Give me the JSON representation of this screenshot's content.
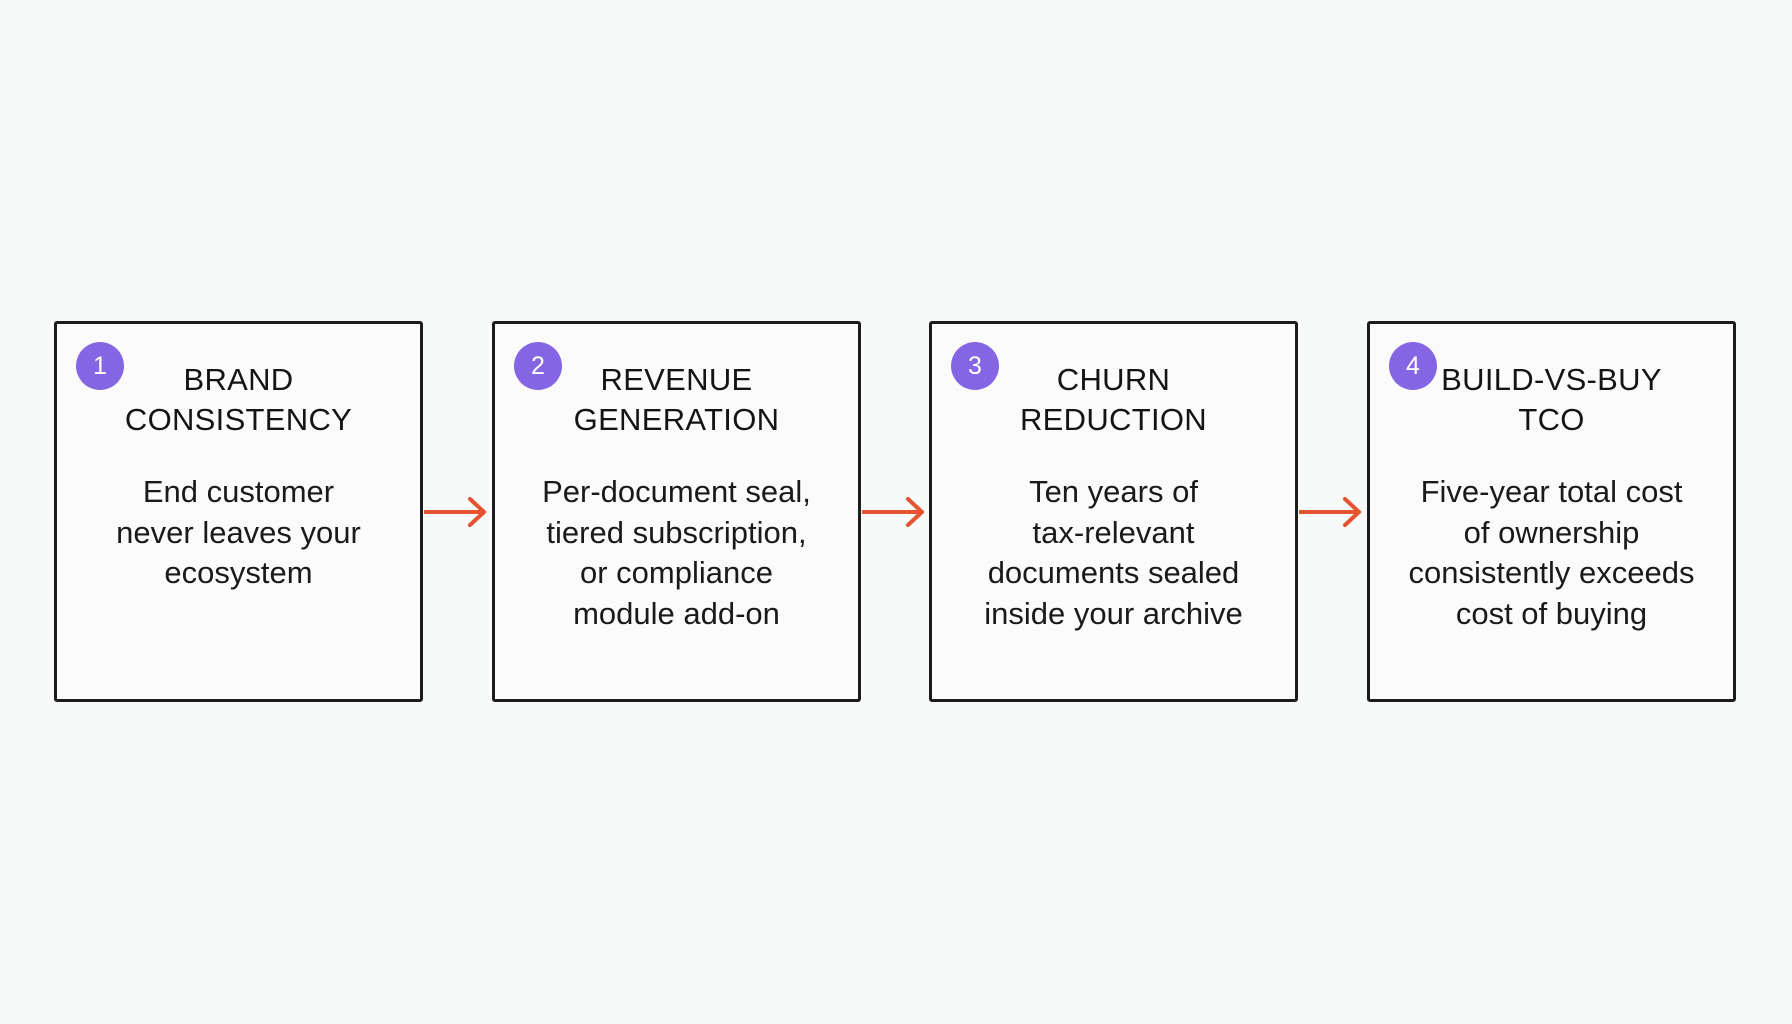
{
  "colors": {
    "badge": "#8466e4",
    "arrow": "#e5532f",
    "border": "#1c1c1c",
    "background": "#f8f9f9"
  },
  "steps": [
    {
      "number": "1",
      "title": "BRAND\nCONSISTENCY",
      "description": "End customer\nnever leaves your\necosystem"
    },
    {
      "number": "2",
      "title": "REVENUE\nGENERATION",
      "description": "Per-document seal,\ntiered subscription,\nor compliance\nmodule add-on"
    },
    {
      "number": "3",
      "title": "CHURN\nREDUCTION",
      "description": "Ten years of\ntax-relevant\ndocuments sealed\ninside your archive"
    },
    {
      "number": "4",
      "title": "BUILD-VS-BUY\nTCO",
      "description": "Five-year total cost\nof ownership\nconsistently exceeds\ncost of buying"
    }
  ]
}
